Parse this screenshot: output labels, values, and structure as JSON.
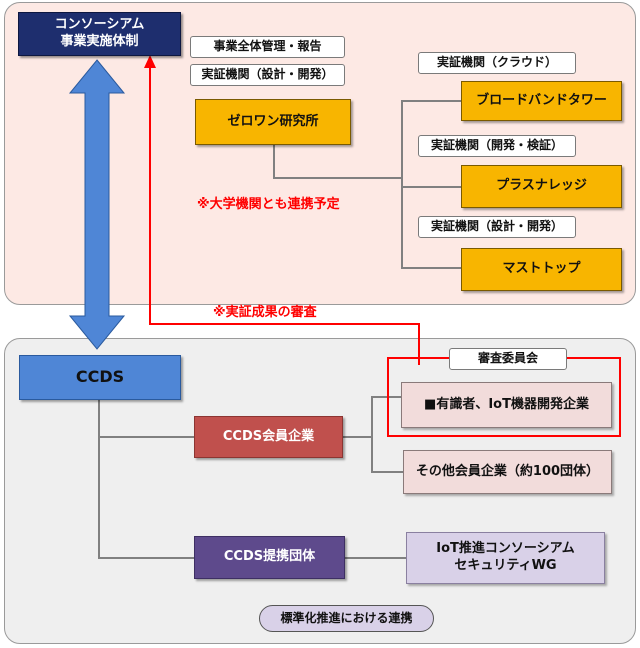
{
  "consortium": {
    "title_line1": "コンソーシアム",
    "title_line2": "事業実施体制"
  },
  "zerowan_roles": {
    "role1": "事業全体管理・報告",
    "role2": "実証機関（設計・開発）"
  },
  "zerowan": {
    "name": "ゼロワン研究所"
  },
  "broadband": {
    "role": "実証機関（クラウド）",
    "name": "ブロードバンドタワー"
  },
  "plusknowledge": {
    "role": "実証機関（開発・検証）",
    "name": "プラスナレッジ"
  },
  "masttop": {
    "role": "実証機関（設計・開発）",
    "name": "マストトップ"
  },
  "notes": {
    "university": "※大学機関とも連携予定",
    "review": "※実証成果の審査"
  },
  "ccds": {
    "name": "CCDS",
    "members": "CCDS会員企業",
    "partners": "CCDS提携団体"
  },
  "committee": {
    "title": "審査委員会",
    "experts": "■有識者、IoT機器開発企業"
  },
  "other_members": {
    "label": "その他会員企業（約100団体）"
  },
  "iot_consortium": {
    "line1": "IoT推進コンソーシアム",
    "line2": "セキュリティWG"
  },
  "standardization": {
    "label": "標準化推進における連携"
  },
  "colors": {
    "top_panel": "#fde9e4",
    "bottom_panel": "#efefef",
    "orange_box": "#f8b500",
    "navy_box": "#1e2e6e",
    "blue_arrow": "#4f86d6",
    "red_accent": "#ff0000"
  }
}
